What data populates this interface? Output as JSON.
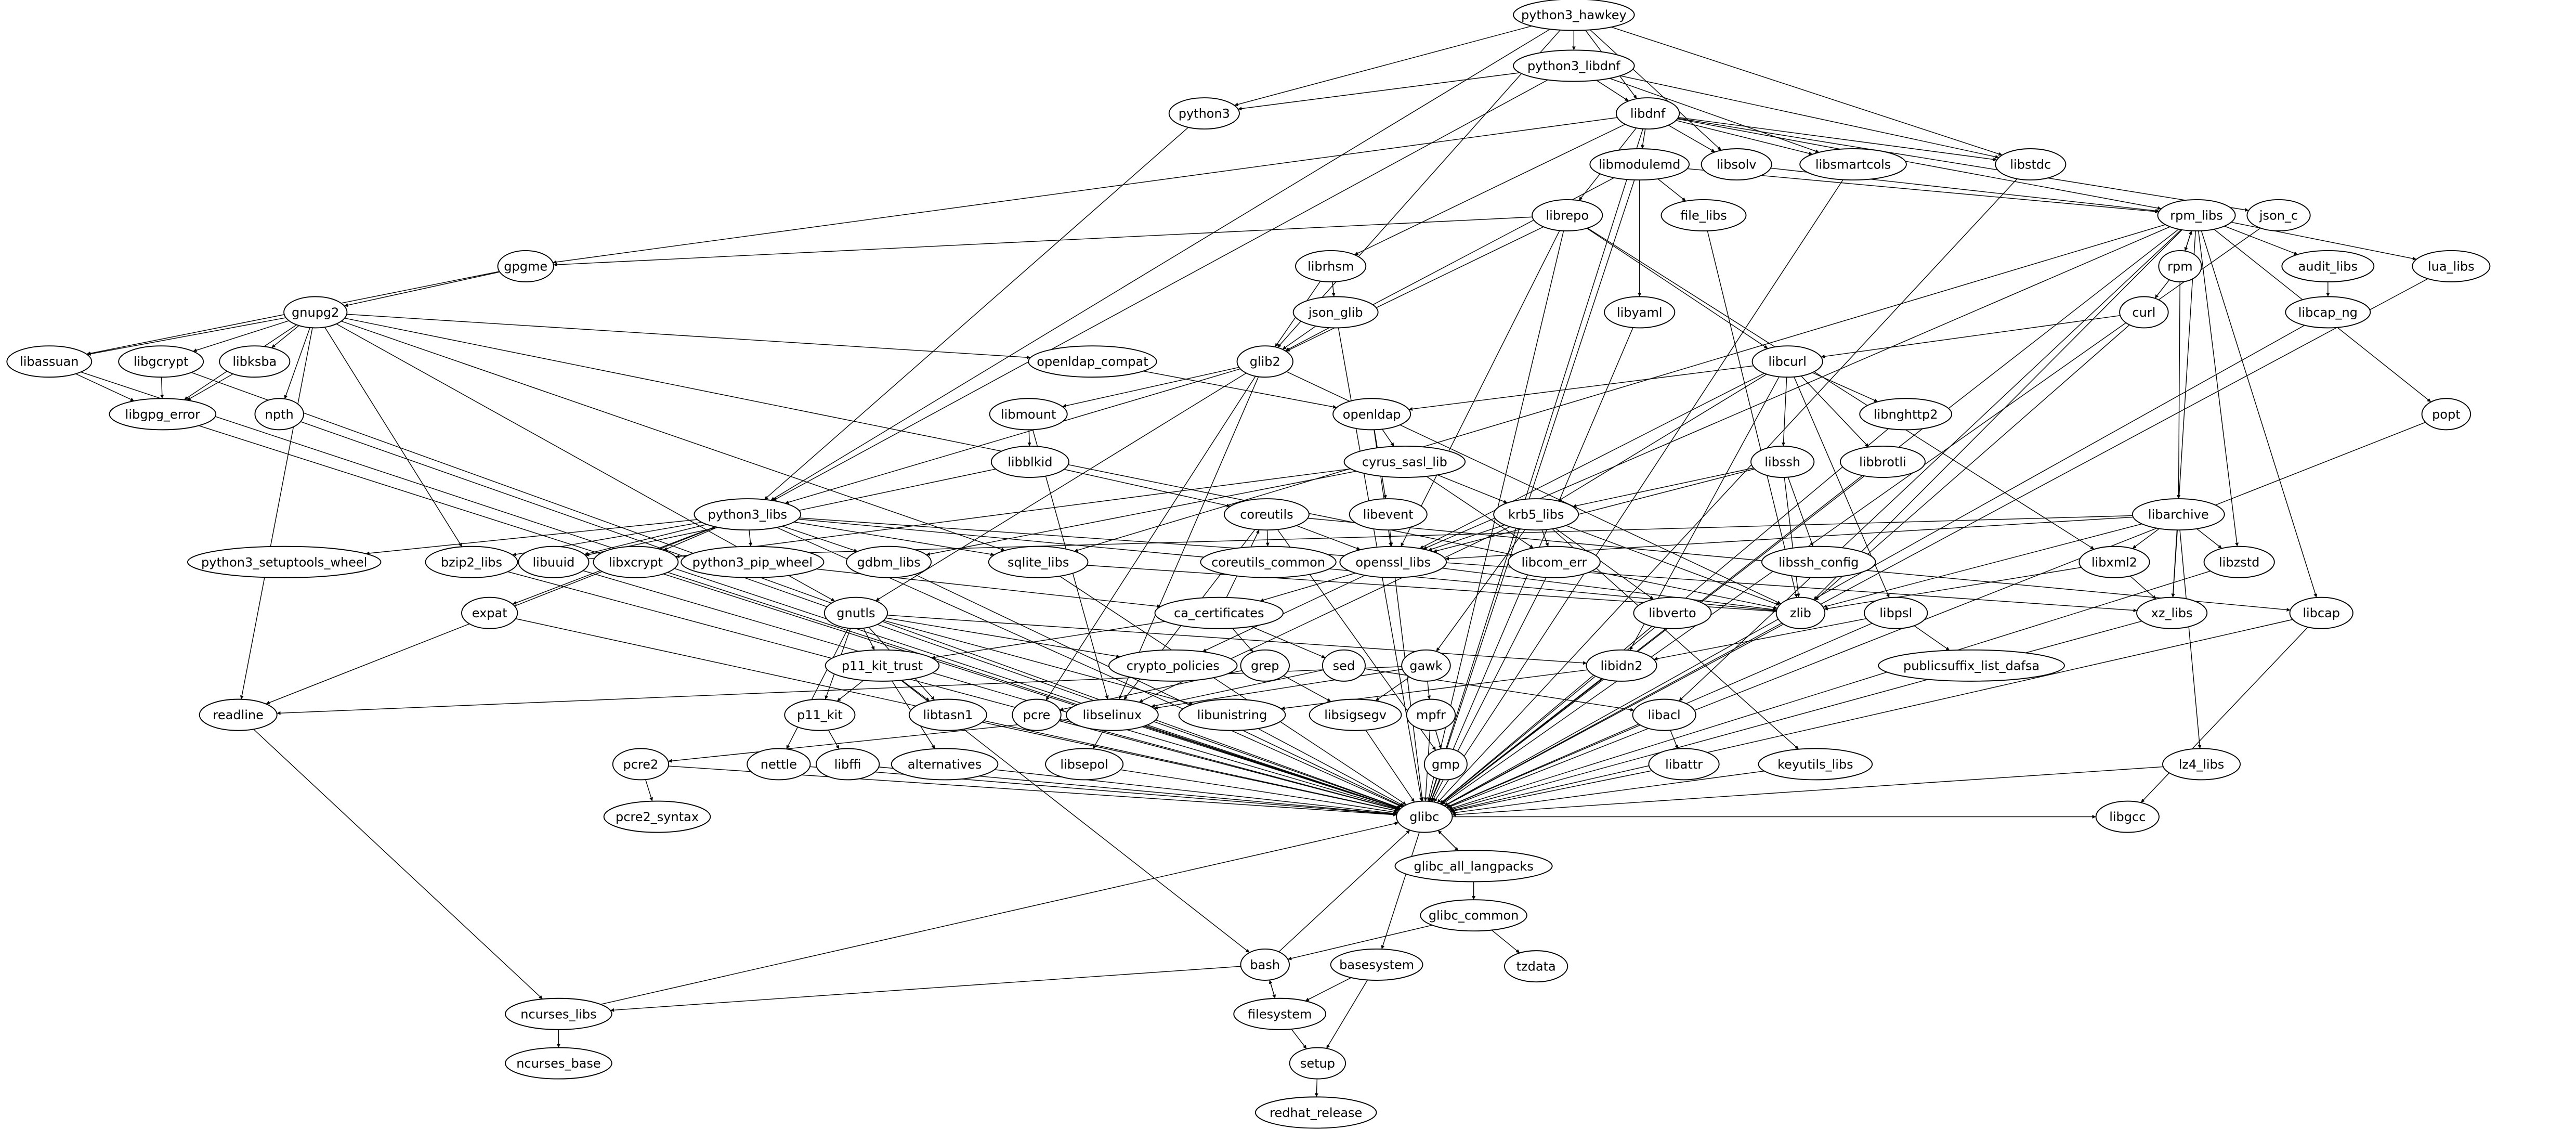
{
  "graph": {
    "type": "directed-dependency-graph",
    "edge_color": "#000000",
    "node_fill": "#ffffff",
    "nodes": [
      "python3_hawkey",
      "python3_libdnf",
      "python3",
      "libdnf",
      "libsolv",
      "libsmartcols",
      "libstdc",
      "libmodulemd",
      "json_c",
      "rpm_libs",
      "file_libs",
      "librepo",
      "gpgme",
      "librhsm",
      "rpm",
      "audit_libs",
      "lua_libs",
      "gnupg2",
      "json_glib",
      "libyaml",
      "curl",
      "libcap_ng",
      "libassuan",
      "libgcrypt",
      "libksba",
      "openldap_compat",
      "glib2",
      "libcurl",
      "libgpg_error",
      "npth",
      "libmount",
      "openldap",
      "libnghttp2",
      "popt",
      "libblkid",
      "cyrus_sasl_lib",
      "libbrotli",
      "libssh",
      "python3_libs",
      "coreutils",
      "krb5_libs",
      "libarchive",
      "python3_setuptools_wheel",
      "bzip2_libs",
      "libuuid",
      "libxcrypt",
      "python3_pip_wheel",
      "gdbm_libs",
      "sqlite_libs",
      "coreutils_common",
      "libssh_config",
      "openssl_libs",
      "libevent",
      "libcom_err",
      "libxml2",
      "libzstd",
      "expat",
      "gnutls",
      "ca_certificates",
      "zlib",
      "libverto",
      "xz_libs",
      "libcap",
      "p11_kit_trust",
      "crypto_policies",
      "grep",
      "sed",
      "gawk",
      "libidn2",
      "libpsl",
      "publicsuffix_list_dafsa",
      "readline",
      "p11_kit",
      "libtasn1",
      "pcre",
      "libselinux",
      "libunistring",
      "libsigsegv",
      "mpfr",
      "libacl",
      "pcre2",
      "nettle",
      "libffi",
      "alternatives",
      "libsepol",
      "gmp",
      "libattr",
      "keyutils_libs",
      "lz4_libs",
      "glibc",
      "pcre2_syntax",
      "libgcc",
      "glibc_all_langpacks",
      "glibc_common",
      "bash",
      "basesystem",
      "tzdata",
      "ncurses_libs",
      "filesystem",
      "ncurses_base",
      "setup",
      "redhat_release"
    ],
    "edges": [
      [
        "python3_hawkey",
        "python3_libdnf"
      ],
      [
        "python3_hawkey",
        "python3"
      ],
      [
        "python3_hawkey",
        "libdnf"
      ],
      [
        "python3_hawkey",
        "glib2"
      ],
      [
        "python3_hawkey",
        "python3_libs"
      ],
      [
        "python3_hawkey",
        "libsolv"
      ],
      [
        "python3_hawkey",
        "libstdc"
      ],
      [
        "python3_libdnf",
        "python3"
      ],
      [
        "python3_libdnf",
        "libdnf"
      ],
      [
        "python3_libdnf",
        "libsmartcols"
      ],
      [
        "python3_libdnf",
        "libstdc"
      ],
      [
        "python3_libdnf",
        "python3_libs"
      ],
      [
        "python3",
        "python3_libs"
      ],
      [
        "libdnf",
        "gpgme"
      ],
      [
        "libdnf",
        "librepo"
      ],
      [
        "libdnf",
        "libmodulemd"
      ],
      [
        "libdnf",
        "libsolv"
      ],
      [
        "libdnf",
        "libsmartcols"
      ],
      [
        "libdnf",
        "libstdc"
      ],
      [
        "libdnf",
        "rpm_libs"
      ],
      [
        "libdnf",
        "librhsm"
      ],
      [
        "libdnf",
        "json_c"
      ],
      [
        "libdnf",
        "glibc"
      ],
      [
        "libmodulemd",
        "glib2"
      ],
      [
        "libmodulemd",
        "file_libs"
      ],
      [
        "libmodulemd",
        "libyaml"
      ],
      [
        "libmodulemd",
        "rpm_libs"
      ],
      [
        "libmodulemd",
        "glibc"
      ],
      [
        "librepo",
        "gpgme"
      ],
      [
        "librepo",
        "glib2"
      ],
      [
        "librepo",
        "libcurl"
      ],
      [
        "librepo",
        "openssl_libs"
      ],
      [
        "librepo",
        "libxml2"
      ],
      [
        "librepo",
        "glibc"
      ],
      [
        "librhsm",
        "json_glib"
      ],
      [
        "librhsm",
        "glib2"
      ],
      [
        "json_glib",
        "glib2"
      ],
      [
        "json_glib",
        "glibc"
      ],
      [
        "file_libs",
        "zlib"
      ],
      [
        "libyaml",
        "glibc"
      ],
      [
        "libsolv",
        "rpm_libs"
      ],
      [
        "libsmartcols",
        "glibc"
      ],
      [
        "libstdc",
        "glibc"
      ],
      [
        "json_c",
        "glibc"
      ],
      [
        "rpm_libs",
        "rpm"
      ],
      [
        "rpm_libs",
        "audit_libs"
      ],
      [
        "rpm_libs",
        "lua_libs"
      ],
      [
        "rpm_libs",
        "popt"
      ],
      [
        "rpm_libs",
        "libcap"
      ],
      [
        "rpm_libs",
        "libzstd"
      ],
      [
        "rpm_libs",
        "xz_libs"
      ],
      [
        "rpm_libs",
        "zlib"
      ],
      [
        "rpm_libs",
        "openssl_libs"
      ],
      [
        "rpm_libs",
        "sqlite_libs"
      ],
      [
        "rpm_libs",
        "libacl"
      ],
      [
        "rpm_libs",
        "glibc"
      ],
      [
        "rpm",
        "rpm_libs"
      ],
      [
        "rpm",
        "curl"
      ],
      [
        "rpm",
        "libarchive"
      ],
      [
        "audit_libs",
        "libcap_ng"
      ],
      [
        "libcap_ng",
        "glibc"
      ],
      [
        "lua_libs",
        "glibc"
      ],
      [
        "popt",
        "glibc"
      ],
      [
        "curl",
        "libcurl"
      ],
      [
        "curl",
        "zlib"
      ],
      [
        "gpgme",
        "gnupg2"
      ],
      [
        "gpgme",
        "libassuan"
      ],
      [
        "gnupg2",
        "libassuan"
      ],
      [
        "gnupg2",
        "libgcrypt"
      ],
      [
        "gnupg2",
        "libksba"
      ],
      [
        "gnupg2",
        "libgpg_error"
      ],
      [
        "gnupg2",
        "npth"
      ],
      [
        "gnupg2",
        "openldap_compat"
      ],
      [
        "gnupg2",
        "bzip2_libs"
      ],
      [
        "gnupg2",
        "sqlite_libs"
      ],
      [
        "gnupg2",
        "gnutls"
      ],
      [
        "gnupg2",
        "zlib"
      ],
      [
        "gnupg2",
        "readline"
      ],
      [
        "libassuan",
        "libgpg_error"
      ],
      [
        "libassuan",
        "glibc"
      ],
      [
        "libgcrypt",
        "libgpg_error"
      ],
      [
        "libgcrypt",
        "glibc"
      ],
      [
        "libksba",
        "libgpg_error"
      ],
      [
        "libgpg_error",
        "glibc"
      ],
      [
        "npth",
        "glibc"
      ],
      [
        "openldap_compat",
        "openldap"
      ],
      [
        "glib2",
        "libmount"
      ],
      [
        "glib2",
        "python3_libs"
      ],
      [
        "glib2",
        "pcre"
      ],
      [
        "glib2",
        "gnutls"
      ],
      [
        "glib2",
        "libselinux"
      ],
      [
        "glib2",
        "zlib"
      ],
      [
        "libmount",
        "libblkid"
      ],
      [
        "libmount",
        "libselinux"
      ],
      [
        "libblkid",
        "coreutils"
      ],
      [
        "libblkid",
        "libuuid"
      ],
      [
        "libcurl",
        "openldap"
      ],
      [
        "libcurl",
        "libssh"
      ],
      [
        "libcurl",
        "krb5_libs"
      ],
      [
        "libcurl",
        "libnghttp2"
      ],
      [
        "libcurl",
        "libbrotli"
      ],
      [
        "libcurl",
        "libidn2"
      ],
      [
        "libcurl",
        "libpsl"
      ],
      [
        "libcurl",
        "openssl_libs"
      ],
      [
        "libnghttp2",
        "glibc"
      ],
      [
        "libbrotli",
        "glibc"
      ],
      [
        "openldap",
        "cyrus_sasl_lib"
      ],
      [
        "openldap",
        "libevent"
      ],
      [
        "openldap",
        "openssl_libs"
      ],
      [
        "cyrus_sasl_lib",
        "krb5_libs"
      ],
      [
        "cyrus_sasl_lib",
        "libxcrypt"
      ],
      [
        "cyrus_sasl_lib",
        "gdbm_libs"
      ],
      [
        "cyrus_sasl_lib",
        "libcom_err"
      ],
      [
        "libevent",
        "openssl_libs"
      ],
      [
        "libssh",
        "krb5_libs"
      ],
      [
        "libssh",
        "libssh_config"
      ],
      [
        "libssh",
        "zlib"
      ],
      [
        "libssh",
        "openssl_libs"
      ],
      [
        "krb5_libs",
        "openssl_libs"
      ],
      [
        "krb5_libs",
        "libcom_err"
      ],
      [
        "krb5_libs",
        "libverto"
      ],
      [
        "krb5_libs",
        "keyutils_libs"
      ],
      [
        "krb5_libs",
        "libselinux"
      ],
      [
        "krb5_libs",
        "gawk"
      ],
      [
        "krb5_libs",
        "zlib"
      ],
      [
        "python3_libs",
        "python3_setuptools_wheel"
      ],
      [
        "python3_libs",
        "bzip2_libs"
      ],
      [
        "python3_libs",
        "libuuid"
      ],
      [
        "python3_libs",
        "libxcrypt"
      ],
      [
        "python3_libs",
        "python3_pip_wheel"
      ],
      [
        "python3_libs",
        "gdbm_libs"
      ],
      [
        "python3_libs",
        "sqlite_libs"
      ],
      [
        "python3_libs",
        "expat"
      ],
      [
        "python3_libs",
        "readline"
      ],
      [
        "python3_libs",
        "glibc"
      ],
      [
        "python3_libs",
        "zlib"
      ],
      [
        "python3_libs",
        "xz_libs"
      ],
      [
        "coreutils",
        "coreutils_common"
      ],
      [
        "coreutils",
        "openssl_libs"
      ],
      [
        "coreutils",
        "libselinux"
      ],
      [
        "coreutils",
        "gmp"
      ],
      [
        "coreutils",
        "libcap"
      ],
      [
        "libarchive",
        "libxml2"
      ],
      [
        "libarchive",
        "libzstd"
      ],
      [
        "libarchive",
        "xz_libs"
      ],
      [
        "libarchive",
        "lz4_libs"
      ],
      [
        "libarchive",
        "bzip2_libs"
      ],
      [
        "libarchive",
        "openssl_libs"
      ],
      [
        "libarchive",
        "zlib"
      ],
      [
        "libxml2",
        "zlib"
      ],
      [
        "libxml2",
        "xz_libs"
      ],
      [
        "libzstd",
        "glibc"
      ],
      [
        "xz_libs",
        "glibc"
      ],
      [
        "libcap",
        "glibc"
      ],
      [
        "libcap",
        "libgcc"
      ],
      [
        "openssl_libs",
        "ca_certificates"
      ],
      [
        "openssl_libs",
        "crypto_policies"
      ],
      [
        "openssl_libs",
        "zlib"
      ],
      [
        "openssl_libs",
        "glibc"
      ],
      [
        "ca_certificates",
        "p11_kit_trust"
      ],
      [
        "ca_certificates",
        "grep"
      ],
      [
        "ca_certificates",
        "sed"
      ],
      [
        "ca_certificates",
        "coreutils"
      ],
      [
        "sqlite_libs",
        "zlib"
      ],
      [
        "sqlite_libs",
        "glibc"
      ],
      [
        "gdbm_libs",
        "glibc"
      ],
      [
        "libxcrypt",
        "glibc"
      ],
      [
        "libuuid",
        "glibc"
      ],
      [
        "bzip2_libs",
        "glibc"
      ],
      [
        "expat",
        "glibc"
      ],
      [
        "python3_pip_wheel",
        "ca_certificates"
      ],
      [
        "gnutls",
        "p11_kit_trust"
      ],
      [
        "gnutls",
        "p11_kit"
      ],
      [
        "gnutls",
        "libtasn1"
      ],
      [
        "gnutls",
        "nettle"
      ],
      [
        "gnutls",
        "libunistring"
      ],
      [
        "gnutls",
        "crypto_policies"
      ],
      [
        "gnutls",
        "libidn2"
      ],
      [
        "p11_kit_trust",
        "p11_kit"
      ],
      [
        "p11_kit_trust",
        "libtasn1"
      ],
      [
        "p11_kit_trust",
        "alternatives"
      ],
      [
        "p11_kit_trust",
        "bash"
      ],
      [
        "p11_kit",
        "libffi"
      ],
      [
        "libffi",
        "glibc"
      ],
      [
        "libtasn1",
        "glibc"
      ],
      [
        "alternatives",
        "glibc"
      ],
      [
        "nettle",
        "glibc"
      ],
      [
        "grep",
        "pcre"
      ],
      [
        "grep",
        "libsigsegv"
      ],
      [
        "sed",
        "libselinux"
      ],
      [
        "sed",
        "libacl"
      ],
      [
        "gawk",
        "mpfr"
      ],
      [
        "gawk",
        "libsigsegv"
      ],
      [
        "gawk",
        "readline"
      ],
      [
        "gawk",
        "libselinux"
      ],
      [
        "mpfr",
        "gmp"
      ],
      [
        "mpfr",
        "glibc"
      ],
      [
        "gmp",
        "glibc"
      ],
      [
        "libsigsegv",
        "glibc"
      ],
      [
        "libselinux",
        "pcre2"
      ],
      [
        "libselinux",
        "libsepol"
      ],
      [
        "libselinux",
        "glibc"
      ],
      [
        "libsepol",
        "glibc"
      ],
      [
        "pcre2",
        "pcre2_syntax"
      ],
      [
        "pcre2",
        "glibc"
      ],
      [
        "pcre",
        "glibc"
      ],
      [
        "libunistring",
        "glibc"
      ],
      [
        "libidn2",
        "libunistring"
      ],
      [
        "libidn2",
        "glibc"
      ],
      [
        "libpsl",
        "libidn2"
      ],
      [
        "libpsl",
        "publicsuffix_list_dafsa"
      ],
      [
        "libpsl",
        "glibc"
      ],
      [
        "libacl",
        "libattr"
      ],
      [
        "libacl",
        "glibc"
      ],
      [
        "libattr",
        "glibc"
      ],
      [
        "zlib",
        "glibc"
      ],
      [
        "libverto",
        "glibc"
      ],
      [
        "libcom_err",
        "glibc"
      ],
      [
        "keyutils_libs",
        "glibc"
      ],
      [
        "lz4_libs",
        "glibc"
      ],
      [
        "readline",
        "ncurses_libs"
      ],
      [
        "glibc",
        "glibc_all_langpacks"
      ],
      [
        "glibc",
        "libgcc"
      ],
      [
        "glibc",
        "basesystem"
      ],
      [
        "glibc_all_langpacks",
        "glibc"
      ],
      [
        "glibc_all_langpacks",
        "glibc_common"
      ],
      [
        "glibc_common",
        "bash"
      ],
      [
        "glibc_common",
        "tzdata"
      ],
      [
        "bash",
        "glibc"
      ],
      [
        "bash",
        "ncurses_libs"
      ],
      [
        "bash",
        "filesystem"
      ],
      [
        "ncurses_libs",
        "glibc"
      ],
      [
        "ncurses_libs",
        "ncurses_base"
      ],
      [
        "filesystem",
        "bash"
      ],
      [
        "filesystem",
        "setup"
      ],
      [
        "basesystem",
        "filesystem"
      ],
      [
        "basesystem",
        "setup"
      ],
      [
        "setup",
        "redhat_release"
      ]
    ]
  }
}
